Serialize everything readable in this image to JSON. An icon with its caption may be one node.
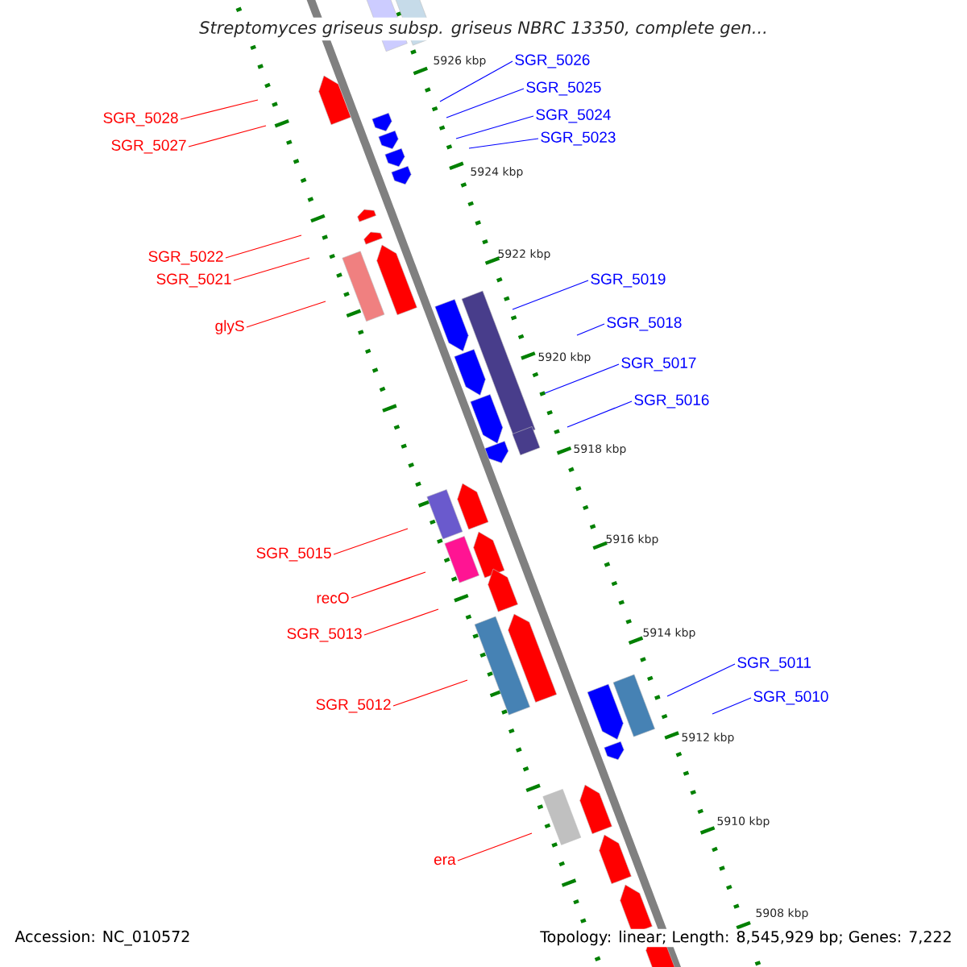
{
  "diagram": {
    "title": "Streptomyces griseus subsp. griseus NBRC 13350, complete gen...",
    "nodes": [
      {
        "text": [
          "SGR_5026"
        ]
      },
      {
        "text": [
          "SGR_5025"
        ]
      },
      {
        "text": [
          "SGR_5024"
        ]
      },
      {
        "text": [
          "SGR_5028"
        ]
      },
      {
        "text": [
          "SGR_5023"
        ]
      },
      {
        "text": [
          "SGR_5027"
        ]
      },
      {
        "text": [
          "SGR_5022"
        ]
      },
      {
        "text": [
          "SGR_5019"
        ]
      },
      {
        "text": [
          "SGR_5021"
        ]
      },
      {
        "text": [
          "SGR_5018"
        ]
      },
      {
        "text": [
          "glyS"
        ]
      },
      {
        "text": [
          "SGR_5017"
        ]
      },
      {
        "text": [
          "SGR_5016"
        ]
      },
      {
        "text": [
          "SGR_5015"
        ]
      },
      {
        "text": [
          "recO"
        ]
      },
      {
        "text": [
          "SGR_5013"
        ]
      },
      {
        "text": [
          "SGR_5011"
        ]
      },
      {
        "text": [
          "SGR_5010"
        ]
      },
      {
        "text": [
          "SGR_5012"
        ]
      },
      {
        "text": [
          "era"
        ]
      }
    ],
    "edges": [
      {
        "from": 0,
        "to": null,
        "arrow": "none"
      },
      {
        "from": 1,
        "to": null,
        "arrow": "none"
      },
      {
        "from": 2,
        "to": null,
        "arrow": "none"
      },
      {
        "from": 3,
        "to": null,
        "arrow": "none",
        "color": "#ff0000"
      },
      {
        "from": 4,
        "to": null,
        "arrow": "none"
      },
      {
        "from": 5,
        "to": null,
        "arrow": "none",
        "color": "#ff0000"
      },
      {
        "from": 6,
        "to": null,
        "arrow": "none",
        "color": "#ff0000"
      },
      {
        "from": 7,
        "to": null,
        "arrow": "none"
      },
      {
        "from": 8,
        "to": null,
        "arrow": "none",
        "color": "#ff0000"
      },
      {
        "from": 9,
        "to": null,
        "arrow": "none"
      },
      {
        "from": 10,
        "to": null,
        "arrow": "none",
        "color": "#ff0000"
      },
      {
        "from": 11,
        "to": null,
        "arrow": "none"
      },
      {
        "from": 12,
        "to": null,
        "arrow": "none"
      },
      {
        "from": 13,
        "to": null,
        "arrow": "none",
        "color": "#ff0000"
      },
      {
        "from": 14,
        "to": null,
        "arrow": "none",
        "color": "#ff0000"
      },
      {
        "from": 15,
        "to": null,
        "arrow": "none",
        "color": "#ff0000"
      },
      {
        "from": 16,
        "to": null,
        "arrow": "none"
      },
      {
        "from": 17,
        "to": null,
        "arrow": "none"
      },
      {
        "from": 18,
        "to": null,
        "arrow": "none",
        "color": "#ff0000"
      },
      {
        "from": 19,
        "to": null,
        "arrow": "none",
        "color": "#ff0000"
      }
    ],
    "labels": [
      "5926 kbp",
      "5924 kbp",
      "5922 kbp",
      "5920 kbp",
      "5918 kbp",
      "5916 kbp",
      "5914 kbp",
      "5912 kbp",
      "5910 kbp",
      "5908 kbp",
      "Accession: NC_010572",
      "Topology: linear; Length: 8,545,929 bp; Genes: 7,222"
    ]
  }
}
